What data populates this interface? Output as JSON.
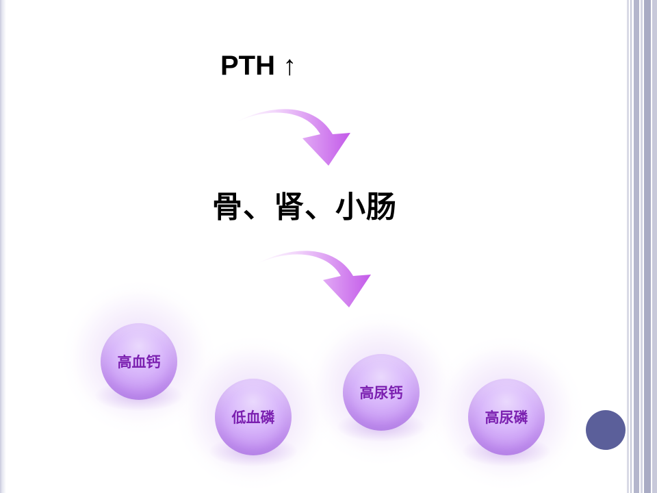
{
  "slide": {
    "title": "PTH ↑",
    "subtitle": "骨、肾、小肠",
    "bubbles": [
      {
        "label": "高血钙"
      },
      {
        "label": "低血磷"
      },
      {
        "label": "高尿钙"
      },
      {
        "label": "高尿磷"
      }
    ]
  },
  "icons": {
    "arrow": "curved-down-arrow-icon",
    "dot": "filled-circle"
  },
  "colors": {
    "arrow": "#cc66ee",
    "bubble": "#d4b0f8",
    "bubble_text": "#7b20b0",
    "dot": "#5b5f9a",
    "border": "#b4b6cc"
  }
}
